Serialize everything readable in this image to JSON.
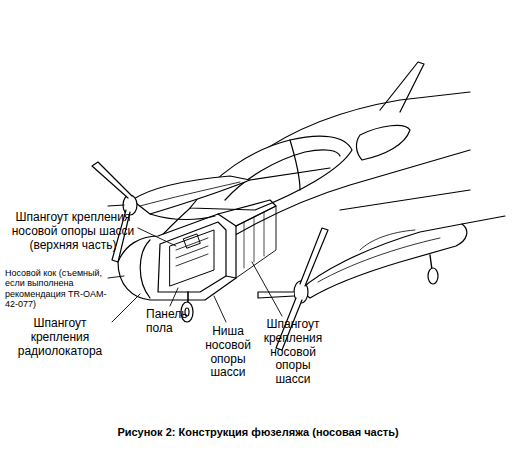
{
  "diagram": {
    "caption": "Рисунок 2: Конструкция фюзеляжа (носовая часть)",
    "labels": [
      "Шпангоут крепления носовой опоры шасси (верхняя часть)",
      "Носовой кок (съемный, если выполнена рекомендация TR-OAM-42-077)",
      "Шпангоут крепления радиолокатора",
      "Панель пола",
      "Ниша носовой опоры шасси",
      "Шпангоут крепления носовой опоры шасси"
    ]
  }
}
